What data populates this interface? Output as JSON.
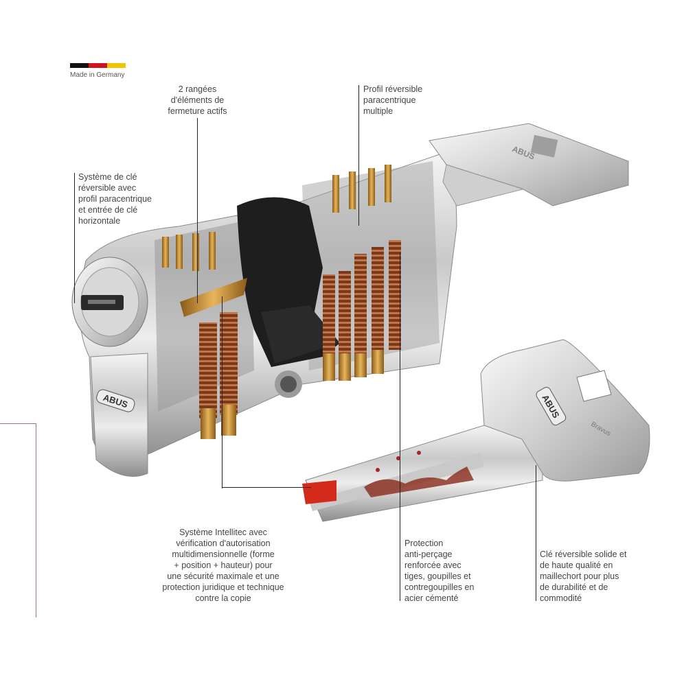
{
  "made_in": "Made in Germany",
  "flag_colors": [
    "#111111",
    "#d0141c",
    "#f2c400"
  ],
  "brand": "ABUS",
  "model": "Bravus",
  "labels": {
    "rows": "2 rangées\nd'éléments de\nfermeture actifs",
    "profile": "Profil réversible\nparacentrique\nmultiple",
    "key_system": "Système de clé\nréversible avec\nprofil paracentrique\net entrée de clé\nhorizontale",
    "intellitec": "Système Intellitec avec\nvérification d'autorisation\nmultidimensionnelle (forme\n+ position + hauteur) pour\nune sécurité maximale et une\nprotection juridique et technique\ncontre la copie",
    "drill": "Protection\nanti-perçage\nrenforcée avec\ntiges, goupilles et\ncontregoupilles en\nacier cémenté",
    "key_material": "Clé réversible solide et\nde haute qualité en\nmaillechort pour plus\nde durabilité et de\ncommodité"
  }
}
